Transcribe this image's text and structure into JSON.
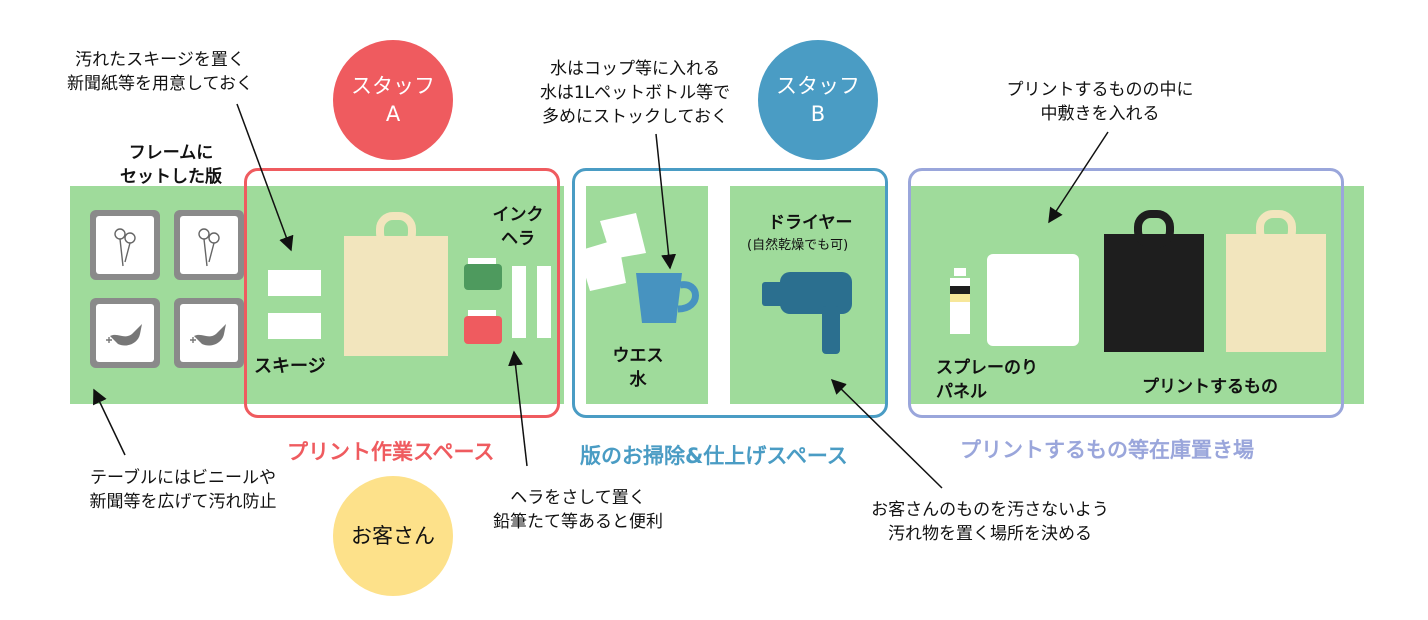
{
  "notes": {
    "squeegee_paper": "汚れたスキージを置く\n新聞紙等を用意しておく",
    "water": "水はコップ等に入れる\n水は1Lペットボトル等で\n多めにストックしておく",
    "inner_pad": "プリントするものの中に\n中敷きを入れる",
    "table_vinyl": "テーブルにはビニールや\n新聞等を広げて汚れ防止",
    "spatula": "ヘラをさして置く\n鉛筆たて等あると便利",
    "customer_items": "お客さんのものを汚さないよう\n汚れ物を置く場所を決める"
  },
  "people": {
    "staff_a": {
      "name": "スタッフ",
      "letter": "A"
    },
    "staff_b": {
      "name": "スタッフ",
      "letter": "B"
    },
    "customer": {
      "name": "お客さん"
    }
  },
  "items": {
    "frames_label": "フレームに\nセットした版",
    "squeegee": "スキージ",
    "ink_spatula": "インク\nヘラ",
    "waste": "ウエス\n水",
    "dryer": "ドライヤー",
    "dryer_sub": "(自然乾燥でも可)",
    "spray_panel": "スプレーのり\nパネル",
    "print_items": "プリントするもの"
  },
  "zones": {
    "print_work": "プリント作業スペース",
    "cleaning": "版のお掃除&仕上げスペース",
    "storage": "プリントするもの等在庫置き場"
  },
  "colors": {
    "table": "#9fdb9b",
    "red": "#ef5b5f",
    "blue": "#4a9cc4",
    "lavender": "#9aa6db",
    "yellow": "#fde18a",
    "beige": "#f2e5bd",
    "ink_green": "#4e9a5e",
    "cup_blue": "#4793c0",
    "dryer_blue": "#2b6f8f"
  }
}
